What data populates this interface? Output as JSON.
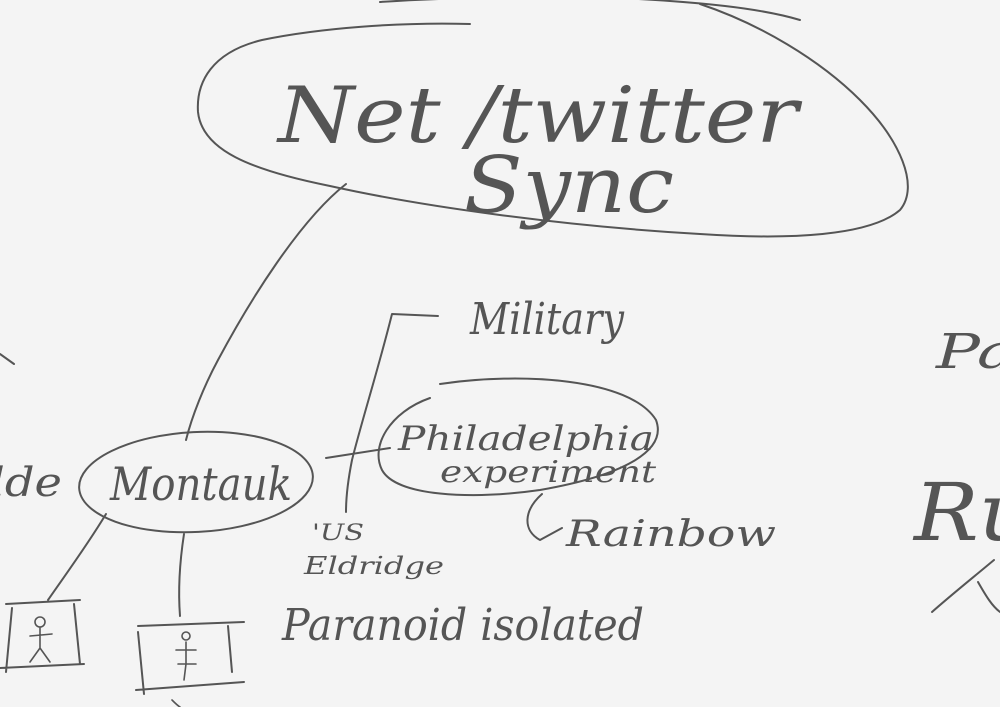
{
  "colors": {
    "background": "#f4f4f4",
    "ink": "#555555"
  },
  "labels": {
    "net_twitter": "Net /twitter",
    "sync": "Sync",
    "military": "Military",
    "philadelphia": "Philadelphia",
    "experiment": "experiment",
    "rainbow": "Rainbow",
    "montauk": "Montauk",
    "us_eldridge_1": "'US",
    "us_eldridge_2": "Eldridge",
    "paranoid_isolated": "Paranoid isolated",
    "left_edge_fragment": "lde",
    "right_edge_pa": "Pa",
    "right_edge_ru": "Ru"
  }
}
